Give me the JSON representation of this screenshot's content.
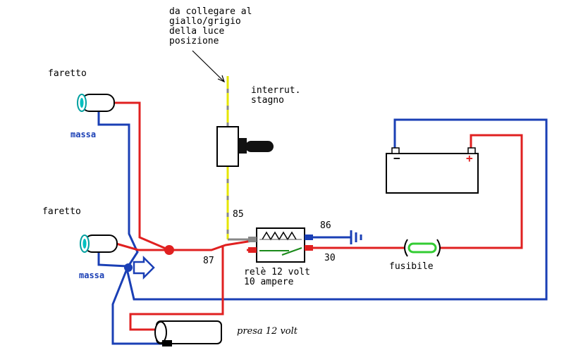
{
  "labels": {
    "note_line1": "da collegare al",
    "note_line2": "giallo/grigio",
    "note_line3": "della luce",
    "note_line4": "posizione",
    "switch_line1": "interrut.",
    "switch_line2": "stagno",
    "lamp_top": "faretto",
    "lamp_top_ground": "massa",
    "lamp_bottom": "faretto",
    "lamp_bottom_ground": "massa",
    "pin_85": "85",
    "pin_86": "86",
    "pin_87": "87",
    "pin_30": "30",
    "relay_line1": "relè 12 volt",
    "relay_line2": "10 ampere",
    "fuse": "fusibile",
    "socket": "presa 12 volt",
    "battery_minus": "−",
    "battery_plus": "+"
  },
  "colors": {
    "positive_wire": "#e02020",
    "ground_wire": "#1a3fb5",
    "signal_wire": "#e6e600",
    "fuse": "#33cc33"
  }
}
